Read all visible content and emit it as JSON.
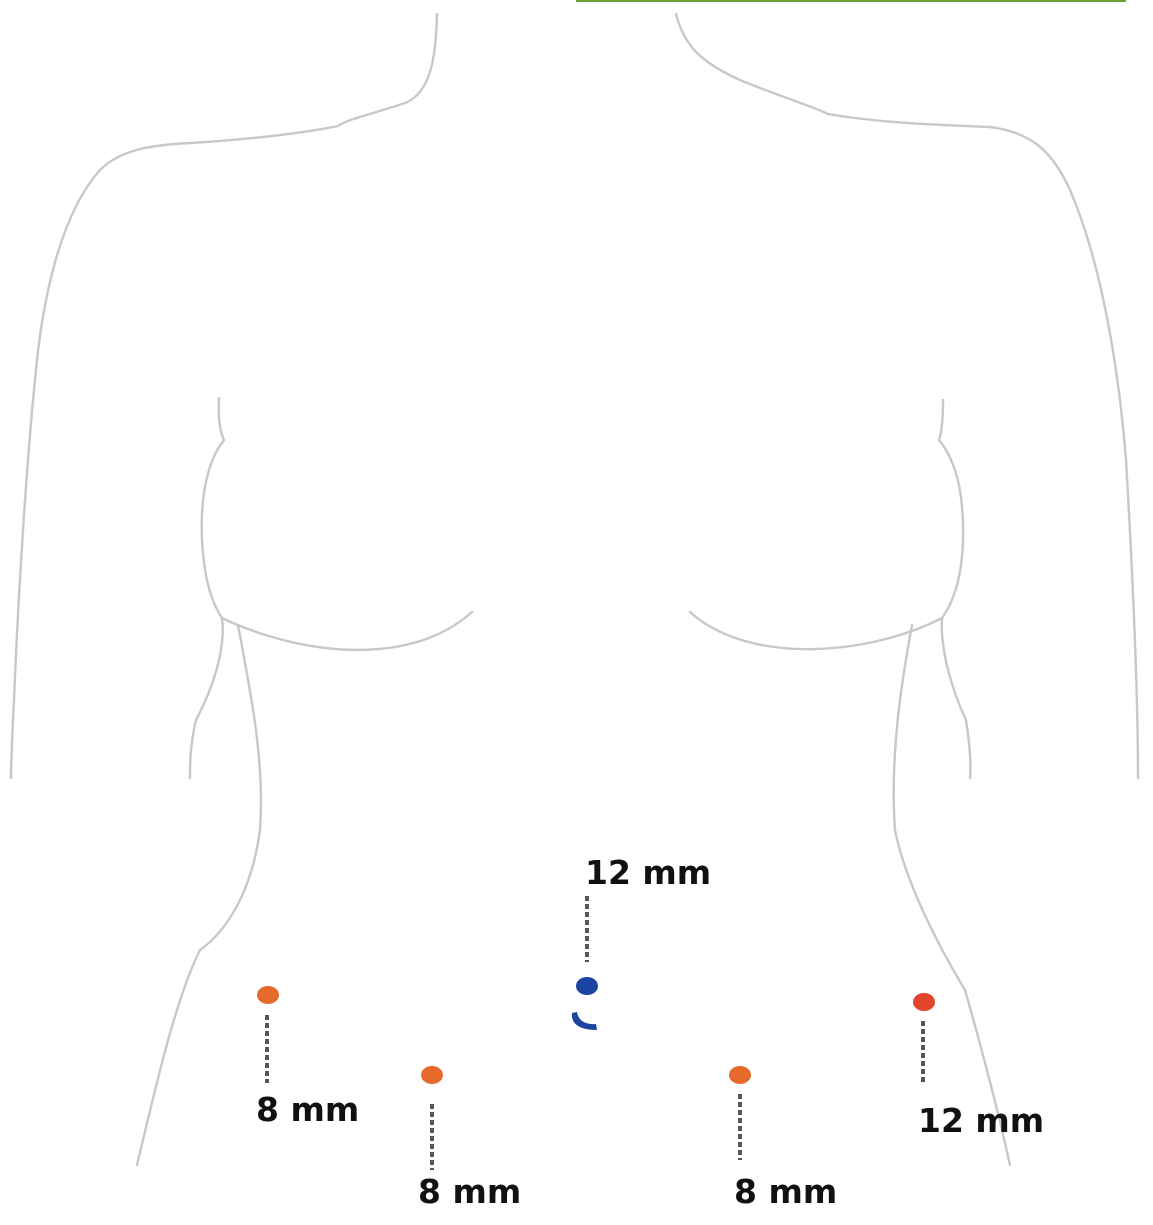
{
  "colors": {
    "outline": "#c8c8c8",
    "accent_line": "#6aa13a",
    "port_orange": "#e66a2c",
    "port_red": "#e2442c",
    "port_blue": "#1b43a0",
    "leader": "#555555"
  },
  "ports": [
    {
      "id": "port-camera",
      "label": "12 mm",
      "color": "port_blue"
    },
    {
      "id": "port-right-lateral",
      "label": "8 mm",
      "color": "port_orange"
    },
    {
      "id": "port-right-medial",
      "label": "8 mm",
      "color": "port_orange"
    },
    {
      "id": "port-left-medial",
      "label": "8 mm",
      "color": "port_orange"
    },
    {
      "id": "port-assistant",
      "label": "12 mm",
      "color": "port_red"
    }
  ],
  "umbilicus": {
    "icon": "umbilicus-icon",
    "color": "port_blue"
  }
}
